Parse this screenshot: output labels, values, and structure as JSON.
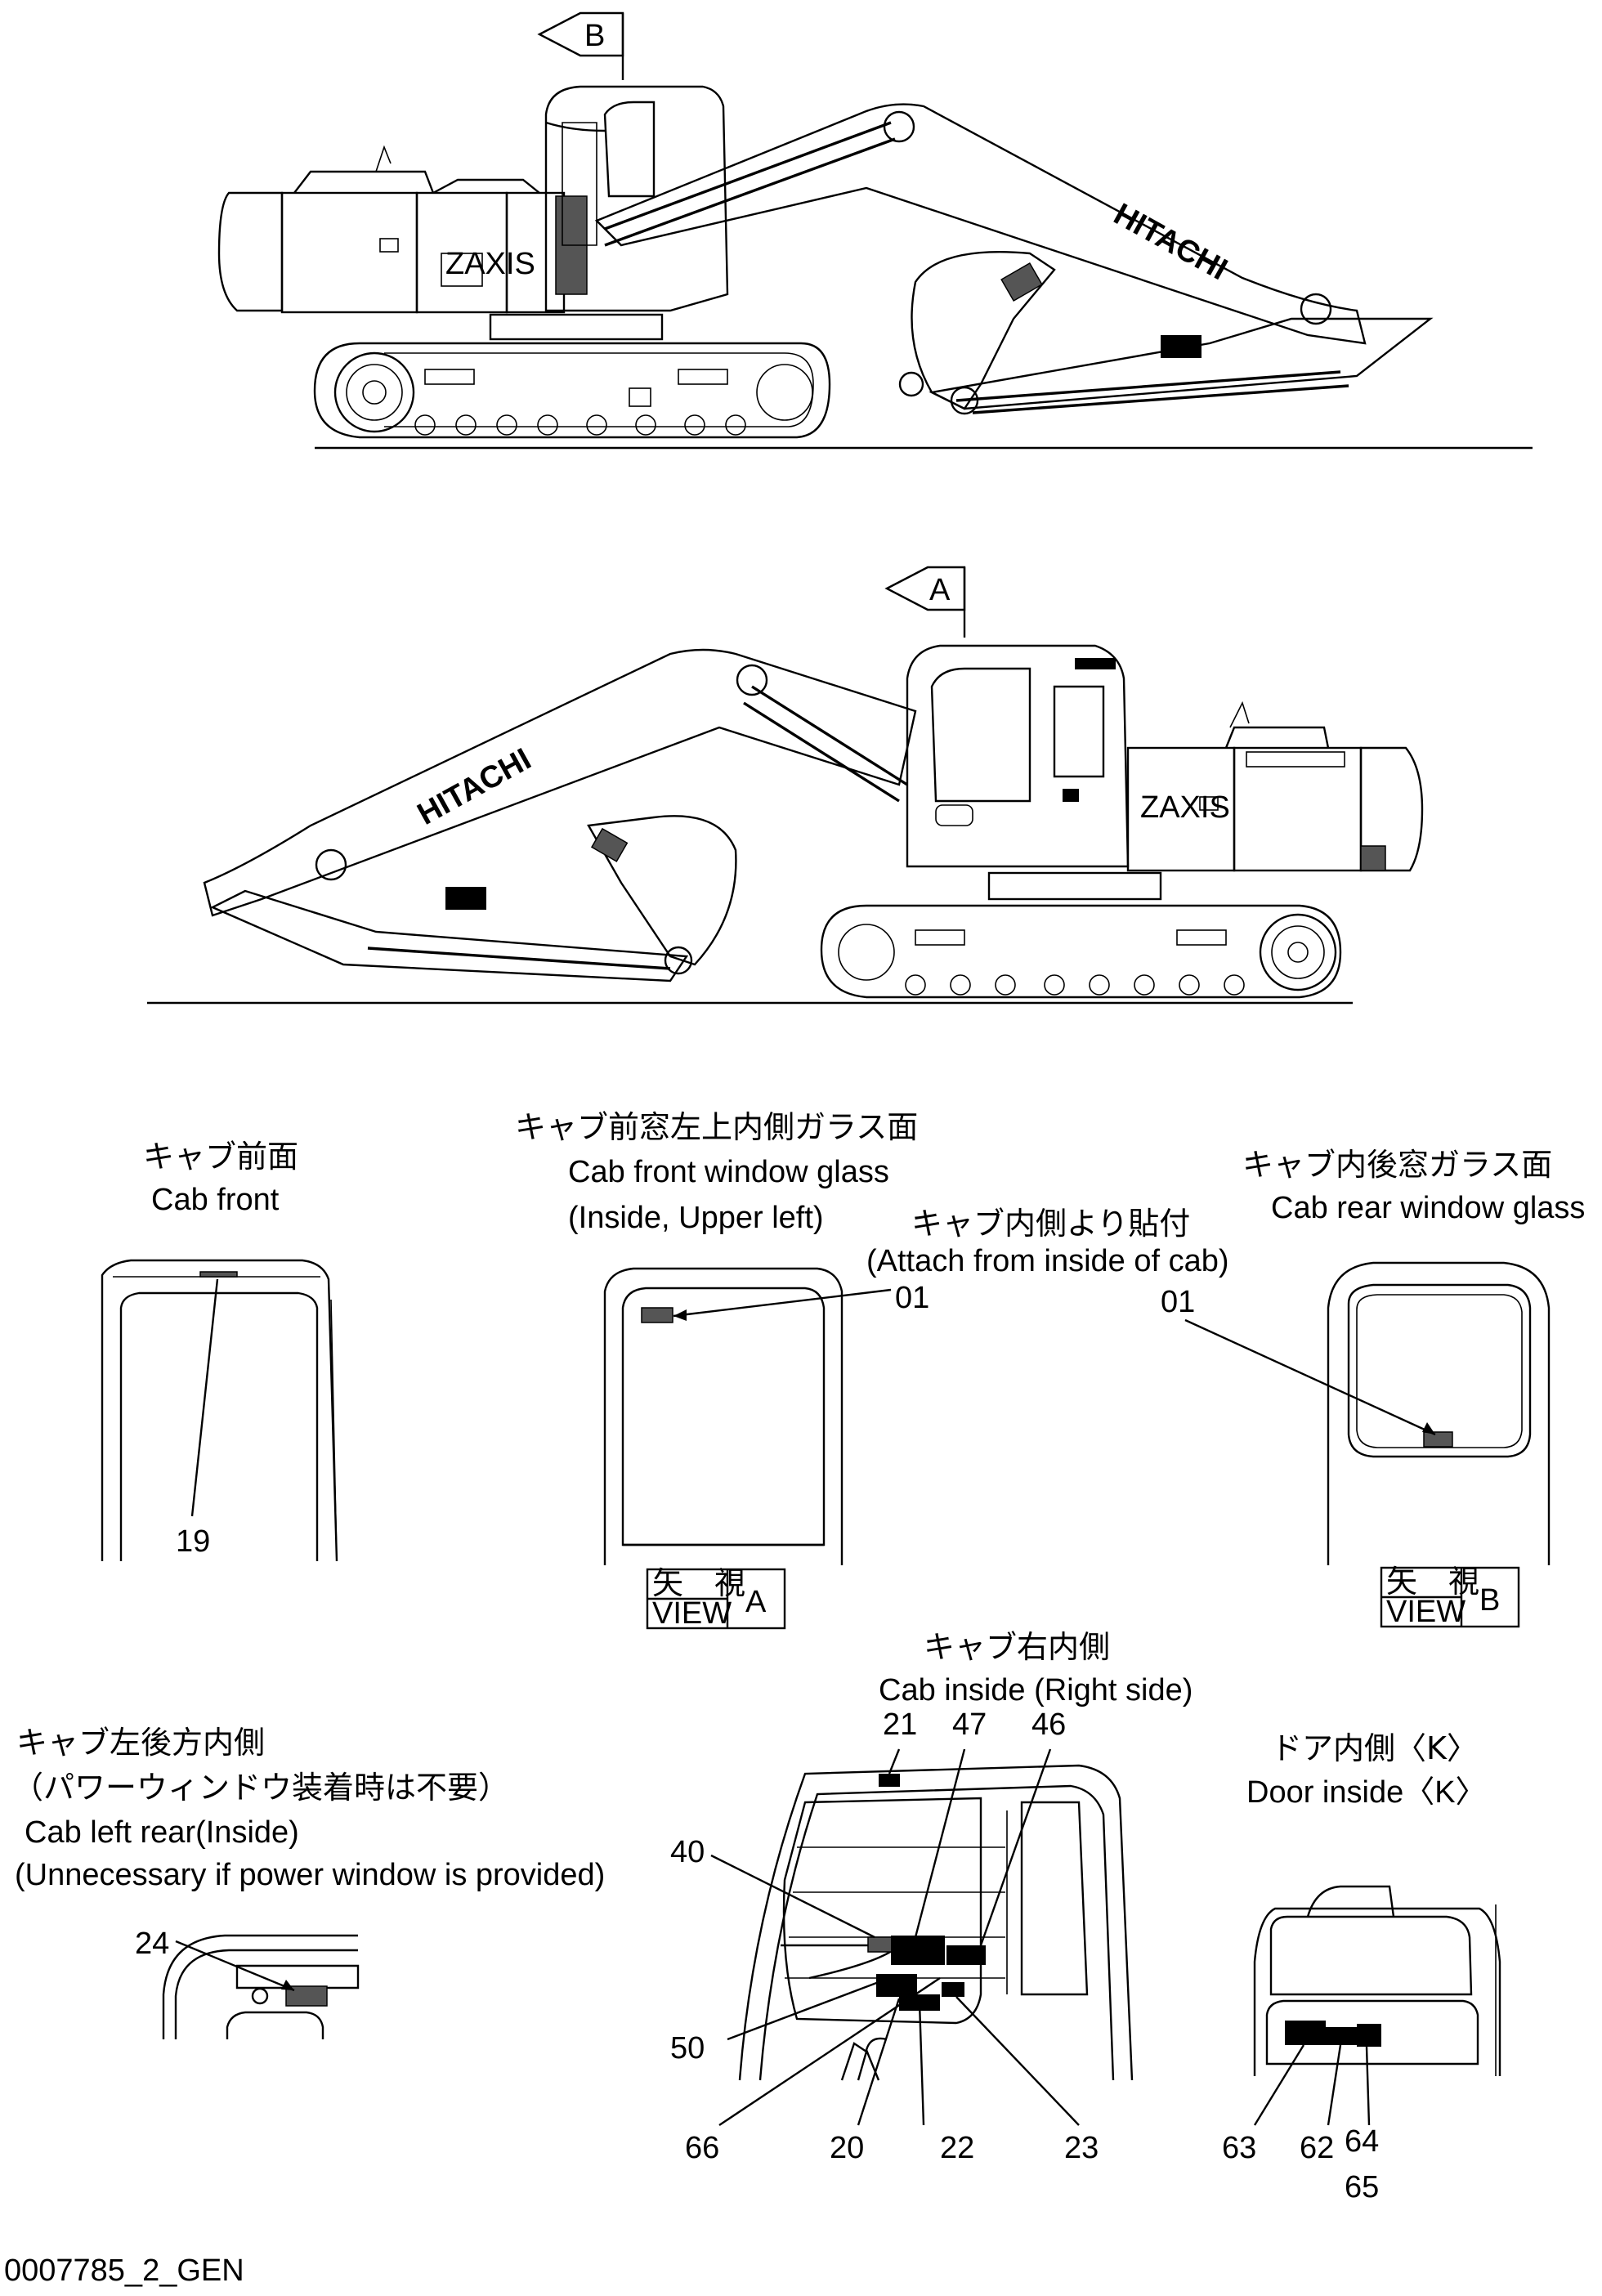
{
  "views": {
    "view_b_marker": "B",
    "view_a_marker": "A",
    "brand_text": "HITACHI",
    "model_text": "ZAXIS"
  },
  "cab_front": {
    "title_jp": "キャブ前面",
    "title_en": "Cab front",
    "callout": "19"
  },
  "cab_front_window": {
    "title_jp": "キャブ前窓左上内側ガラス面",
    "title_en_1": "Cab front window glass",
    "title_en_2": "(Inside, Upper left)",
    "attach_jp": "キャブ内側より貼付",
    "attach_en": "(Attach from inside of cab)",
    "callout": "01",
    "view_jp": "矢　視",
    "view_en": "VIEW",
    "view_letter": "A"
  },
  "cab_rear_window": {
    "title_jp": "キャブ内後窓ガラス面",
    "title_en": "Cab rear window glass",
    "callout": "01",
    "view_jp": "矢　視",
    "view_en": "VIEW",
    "view_letter": "B"
  },
  "cab_right_inside": {
    "title_jp": "キャブ右内側",
    "title_en": "Cab inside (Right side)",
    "callouts": [
      "21",
      "47",
      "46",
      "40",
      "50",
      "66",
      "20",
      "22",
      "23"
    ]
  },
  "cab_left_rear": {
    "title_jp": "キャブ左後方内側",
    "note_jp": "（パワーウィンドウ装着時は不要）",
    "title_en": "Cab left rear(Inside)",
    "note_en": "(Unnecessary if power window is provided)",
    "callout": "24"
  },
  "door_inside": {
    "title_jp": "ドア内側〈K〉",
    "title_en": "Door inside〈K〉",
    "callouts": [
      "63",
      "62",
      "64",
      "65"
    ]
  },
  "drawing_id": "0007785_2_GEN"
}
